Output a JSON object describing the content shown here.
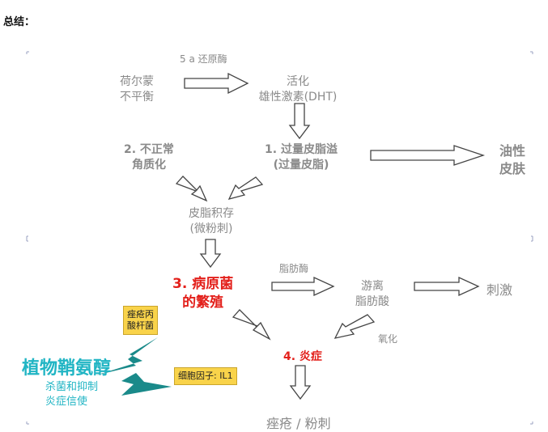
{
  "heading": "总结：",
  "diagram": {
    "enzyme_top": "5 a 还原酶",
    "hormone_imbalance": [
      "荷尔蒙",
      "不平衡"
    ],
    "activated_dht": [
      "活化",
      "雄性激素(DHT)"
    ],
    "abnormal_keratinization": [
      "2. 不正常",
      "角质化"
    ],
    "excess_sebum": [
      "1. 过量皮脂溢",
      "(过量皮脂)"
    ],
    "oily_skin": [
      "油性",
      "皮肤"
    ],
    "sebum_buildup": [
      "皮脂积存",
      "(微粉刺)"
    ],
    "pathogen_growth": [
      "3. 病原菌",
      "的繁殖"
    ],
    "lipase": "脂肪酶",
    "free_fatty_acids": [
      "游离",
      "脂肪酸"
    ],
    "irritation": "刺激",
    "oxidation": "氧化",
    "inflammation": "4. 炎症",
    "acne_result": "痤疮 / 粉刺",
    "badge_bacteria": [
      "痤疮丙",
      "酸杆菌"
    ],
    "badge_cytokine": "细胞因子: IL1",
    "plant_name": "植物鞘氨醇",
    "plant_effects": [
      "杀菌和抑制",
      "炎症信使"
    ]
  },
  "colors": {
    "gray_text": "#8a8a8a",
    "red_text": "#e3201b",
    "cyan_text": "#21b5c4",
    "badge_fill": "#f9d34a",
    "bolt_fill": "#1a8a8a"
  }
}
